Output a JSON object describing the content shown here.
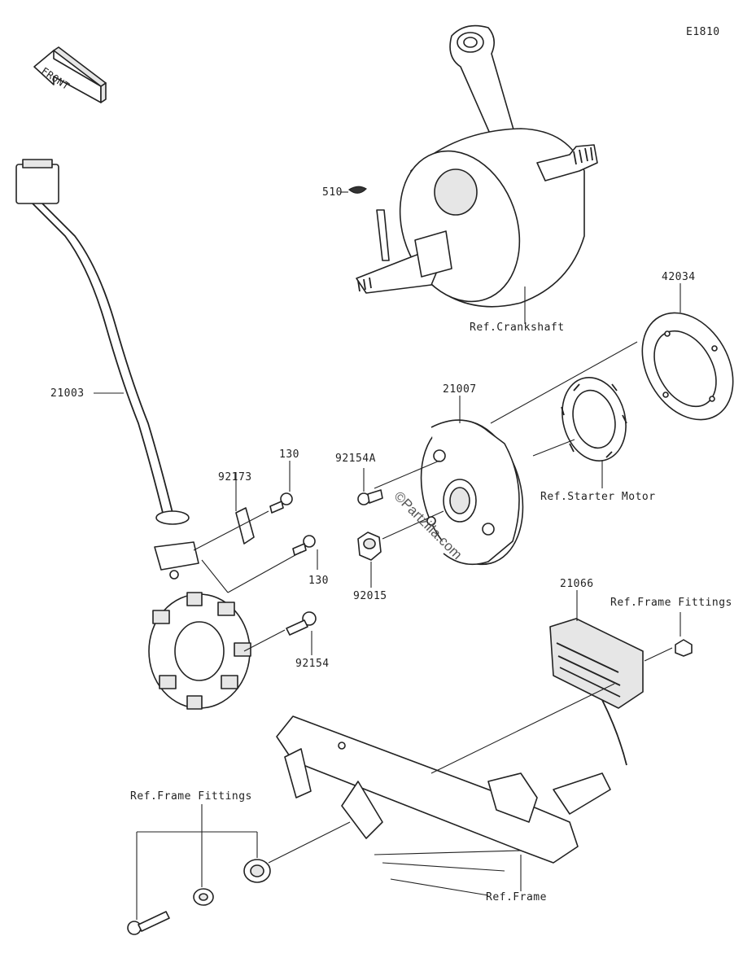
{
  "diagram_id": "E1810",
  "direction_label": "FRONT",
  "watermark": "©Partzilla.com",
  "parts": {
    "key": "510",
    "crankshaft_ref": "Ref.Crankshaft",
    "gasket": "42034",
    "rotor": "21007",
    "starter_ref": "Ref.Starter Motor",
    "stator": "21003",
    "clamp": "92173",
    "bolt_130_top": "130",
    "bolt_130_bottom": "130",
    "rotor_bolt": "92154A",
    "nut": "92015",
    "stator_bolt": "92154",
    "regulator": "21066",
    "frame_fittings_right": "Ref.Frame Fittings",
    "frame_fittings_left": "Ref.Frame Fittings",
    "frame_ref": "Ref.Frame"
  }
}
